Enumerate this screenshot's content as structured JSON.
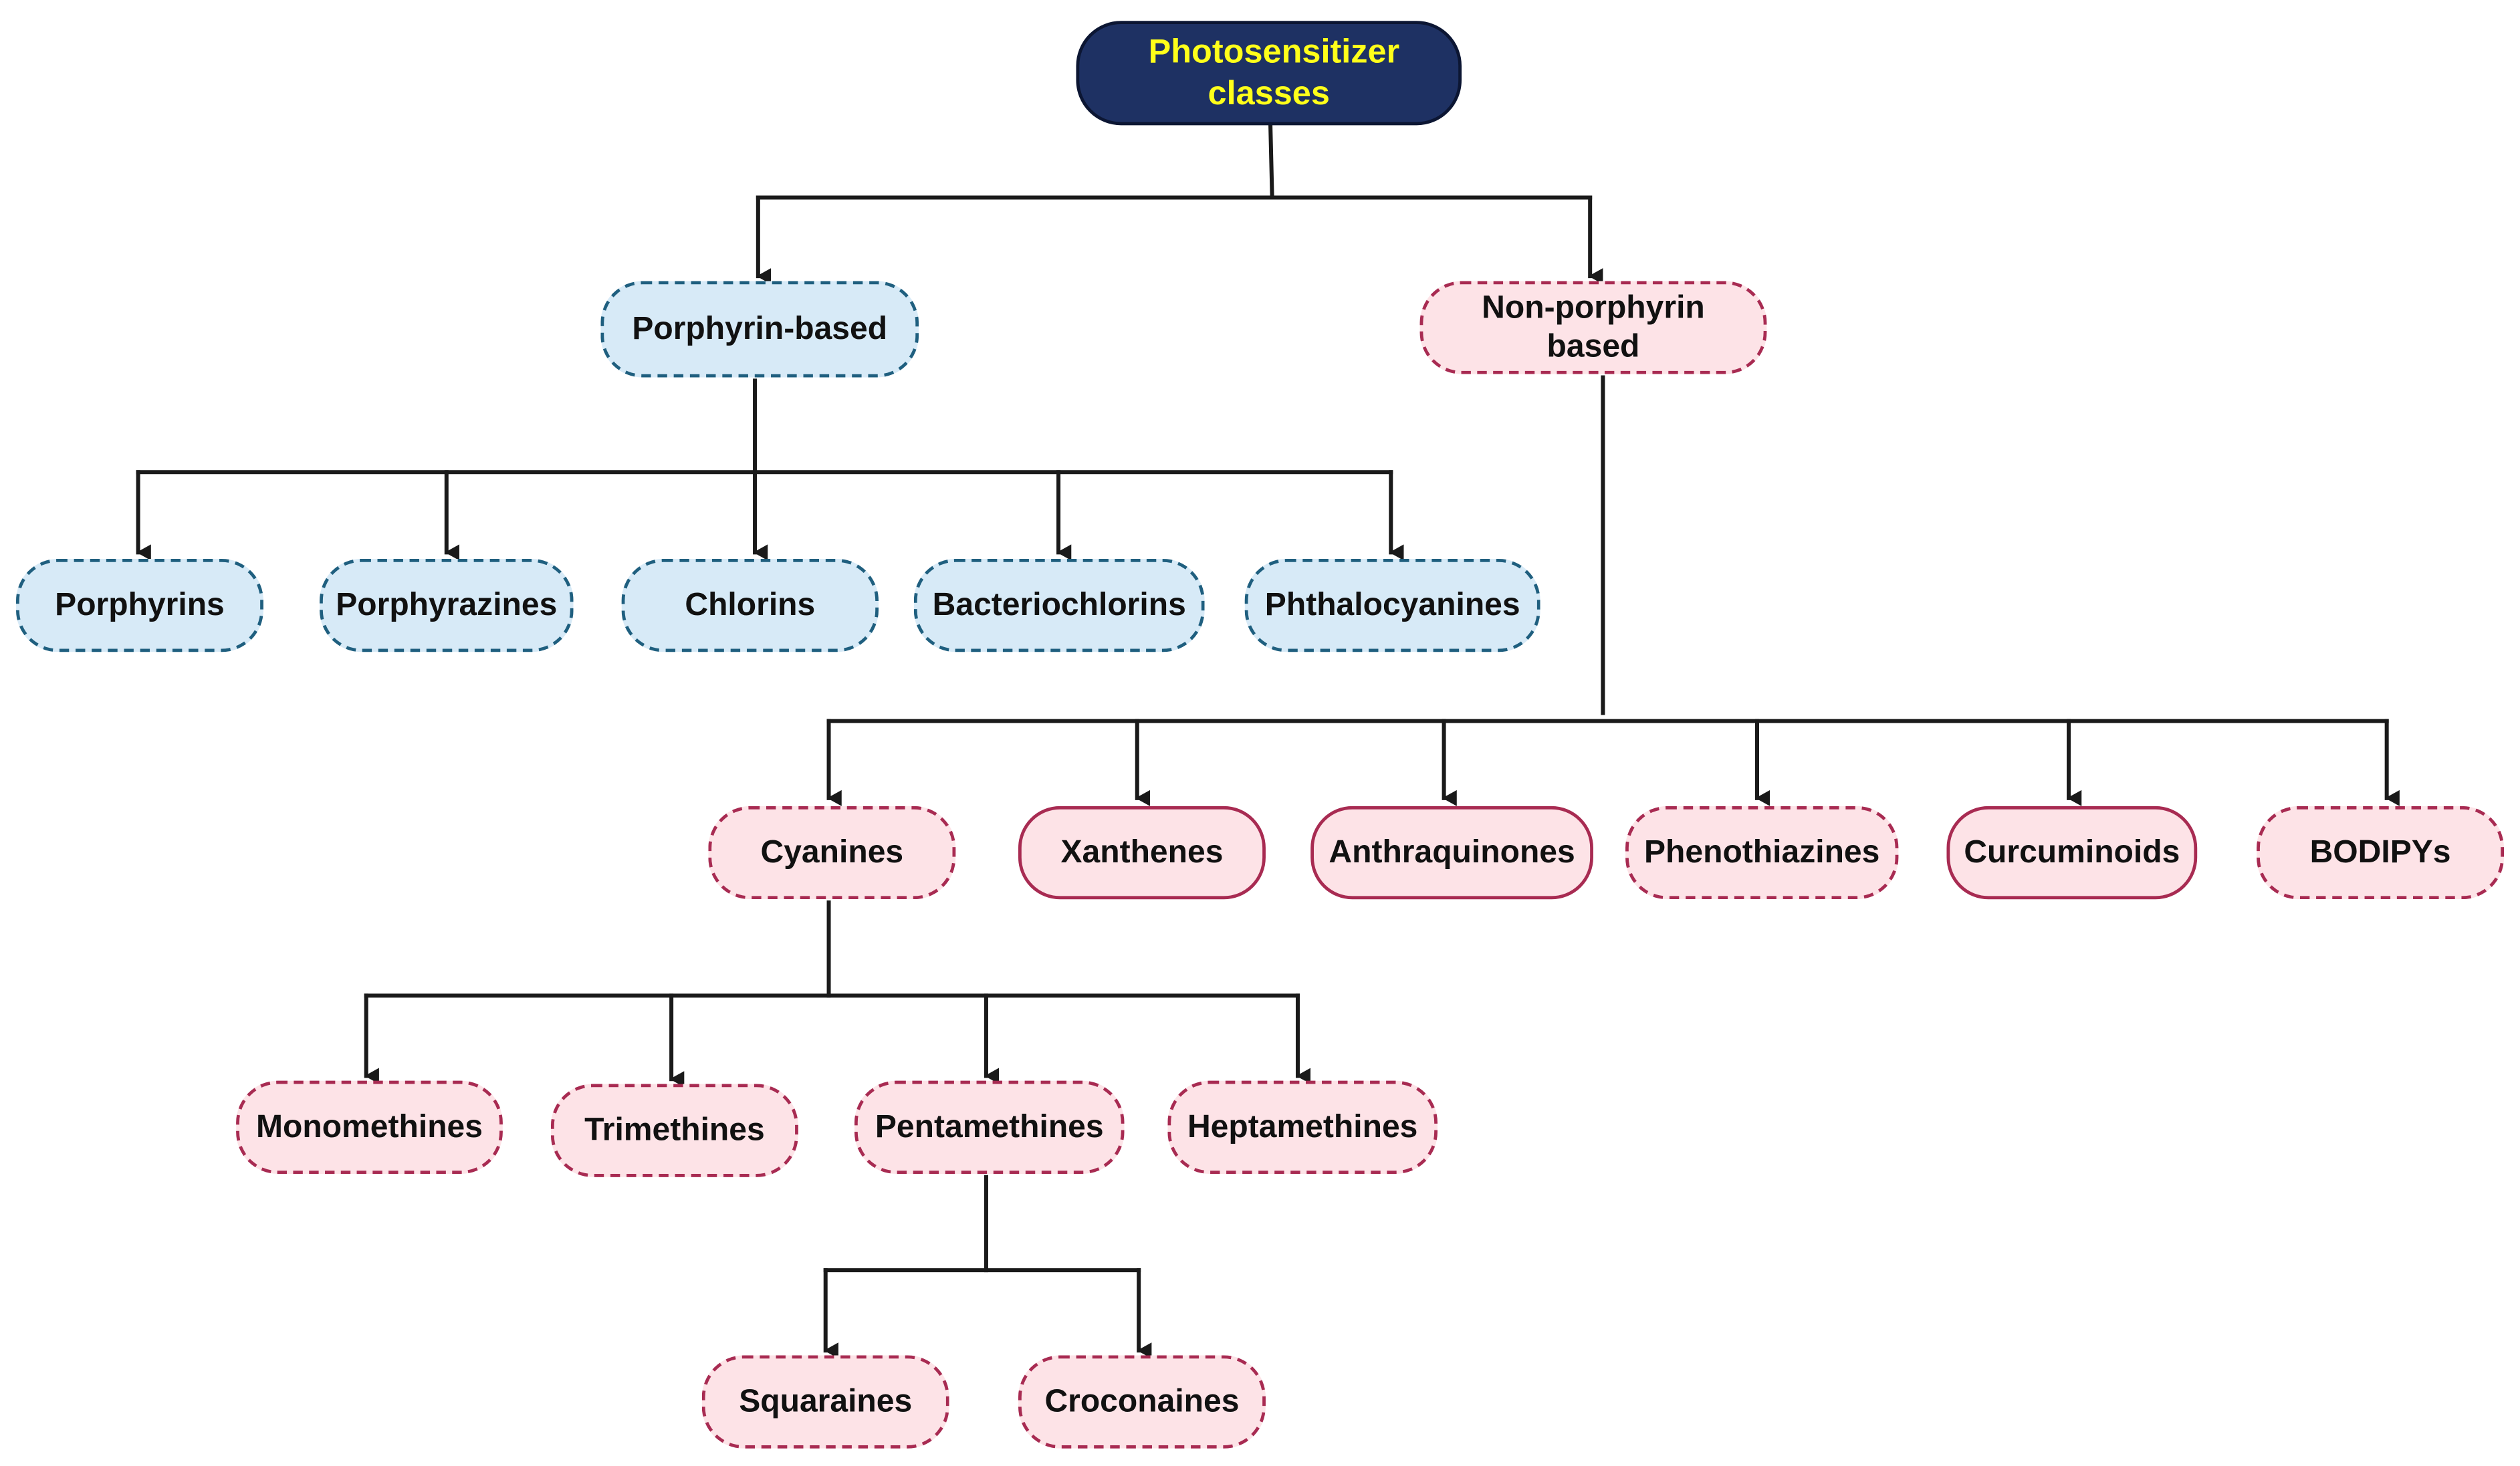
{
  "diagram": {
    "root": "Photosensitizer classes",
    "porphyrin": {
      "label": "Porphyrin-based",
      "children": [
        "Porphyrins",
        "Porphyrazines",
        "Chlorins",
        "Bacteriochlorins",
        "Phthalocyanines"
      ]
    },
    "non_porphyrin": {
      "label": "Non-porphyrin based",
      "children": [
        "Cyanines",
        "Xanthenes",
        "Anthraquinones",
        "Phenothiazines",
        "Curcuminoids",
        "BODIPYs"
      ]
    },
    "cyanines": {
      "children": [
        "Monomethines",
        "Trimethines",
        "Pentamethines",
        "Heptamethines"
      ]
    },
    "pentamethines": {
      "children": [
        "Squaraines",
        "Croconaines"
      ]
    }
  },
  "colors": {
    "root_fill": "#1e3163",
    "root_text": "#ffff1a",
    "porphyrin_fill": "#d7eaf7",
    "porphyrin_border": "#1f5f7f",
    "non_porphyrin_fill": "#fde3e7",
    "non_porphyrin_border": "#a82b52",
    "connector": "#1a1a1a"
  }
}
